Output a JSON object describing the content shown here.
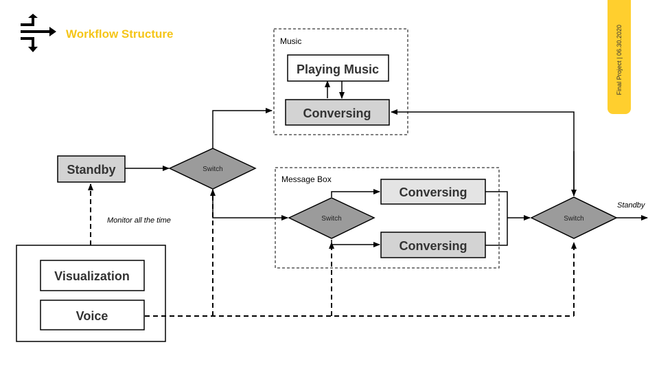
{
  "header": {
    "title": "Workflow Structure",
    "logo_icon": "bidirectional-arrows-icon"
  },
  "side_tab": {
    "text": "Final Project | 06.30.2020",
    "color": "#ffcf2e"
  },
  "colors": {
    "accent": "#f5c518",
    "box_fill_dark": "#d3d3d3",
    "box_fill_light": "#e4e4e4",
    "diamond_fill": "#9b9b9b"
  },
  "diagram": {
    "music_group": {
      "label": "Music",
      "playing": "Playing Music",
      "conversing": "Conversing"
    },
    "message_group": {
      "label": "Message Box",
      "switch": "Switch",
      "conversing_top": "Conversing",
      "conversing_bottom": "Conversing"
    },
    "standby": "Standby",
    "switch_main": "Switch",
    "switch_end": "Switch",
    "standby_output": "Standby",
    "monitor_label": "Monitor all the time",
    "input_group": {
      "visualization": "Visualization",
      "voice": "Voice"
    }
  }
}
